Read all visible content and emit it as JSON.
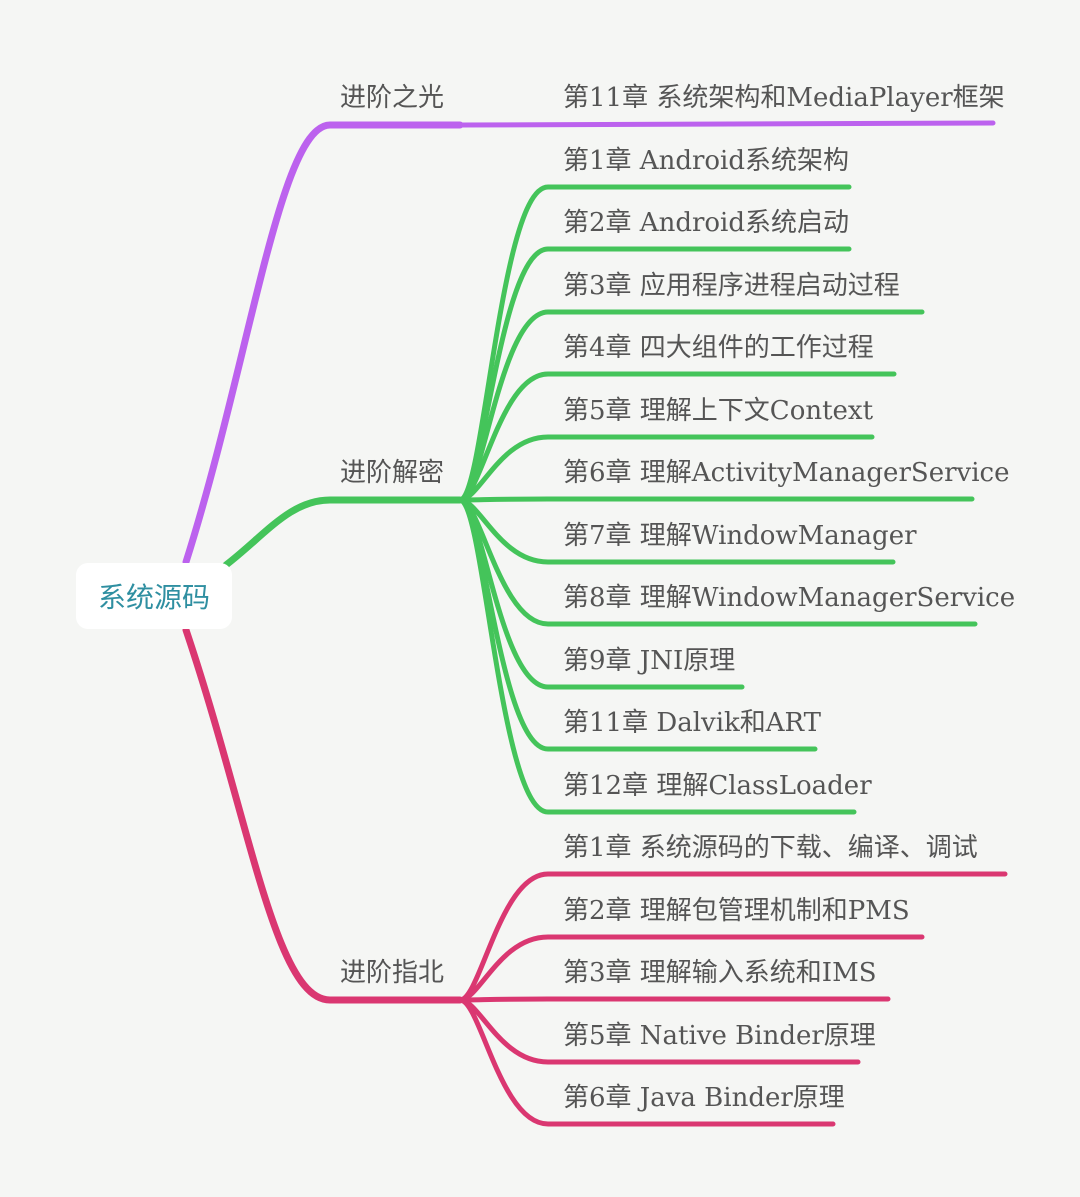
{
  "root": {
    "label": "系统源码"
  },
  "colors": {
    "purple": "#bc62ee",
    "green": "#44c45a",
    "pink": "#da3771",
    "root_text": "#2f8fa1",
    "leaf_text": "#555555",
    "background": "#f5f6f4"
  },
  "branches": [
    {
      "label": "进阶之光",
      "color": "purple",
      "leaves": [
        "第11章 系统架构和MediaPlayer框架"
      ]
    },
    {
      "label": "进阶解密",
      "color": "green",
      "leaves": [
        "第1章 Android系统架构",
        "第2章 Android系统启动",
        "第3章 应用程序进程启动过程",
        "第4章 四大组件的工作过程",
        "第5章 理解上下文Context",
        "第6章 理解ActivityManagerService",
        "第7章 理解WindowManager",
        "第8章 理解WindowManagerService",
        "第9章 JNI原理",
        "第11章 Dalvik和ART",
        "第12章 理解ClassLoader"
      ]
    },
    {
      "label": "进阶指北",
      "color": "pink",
      "leaves": [
        "第1章 系统源码的下载、编译、调试",
        "第2章 理解包管理机制和PMS",
        "第3章 理解输入系统和IMS",
        "第5章 Native Binder原理",
        "第6章 Java Binder原理"
      ]
    }
  ]
}
